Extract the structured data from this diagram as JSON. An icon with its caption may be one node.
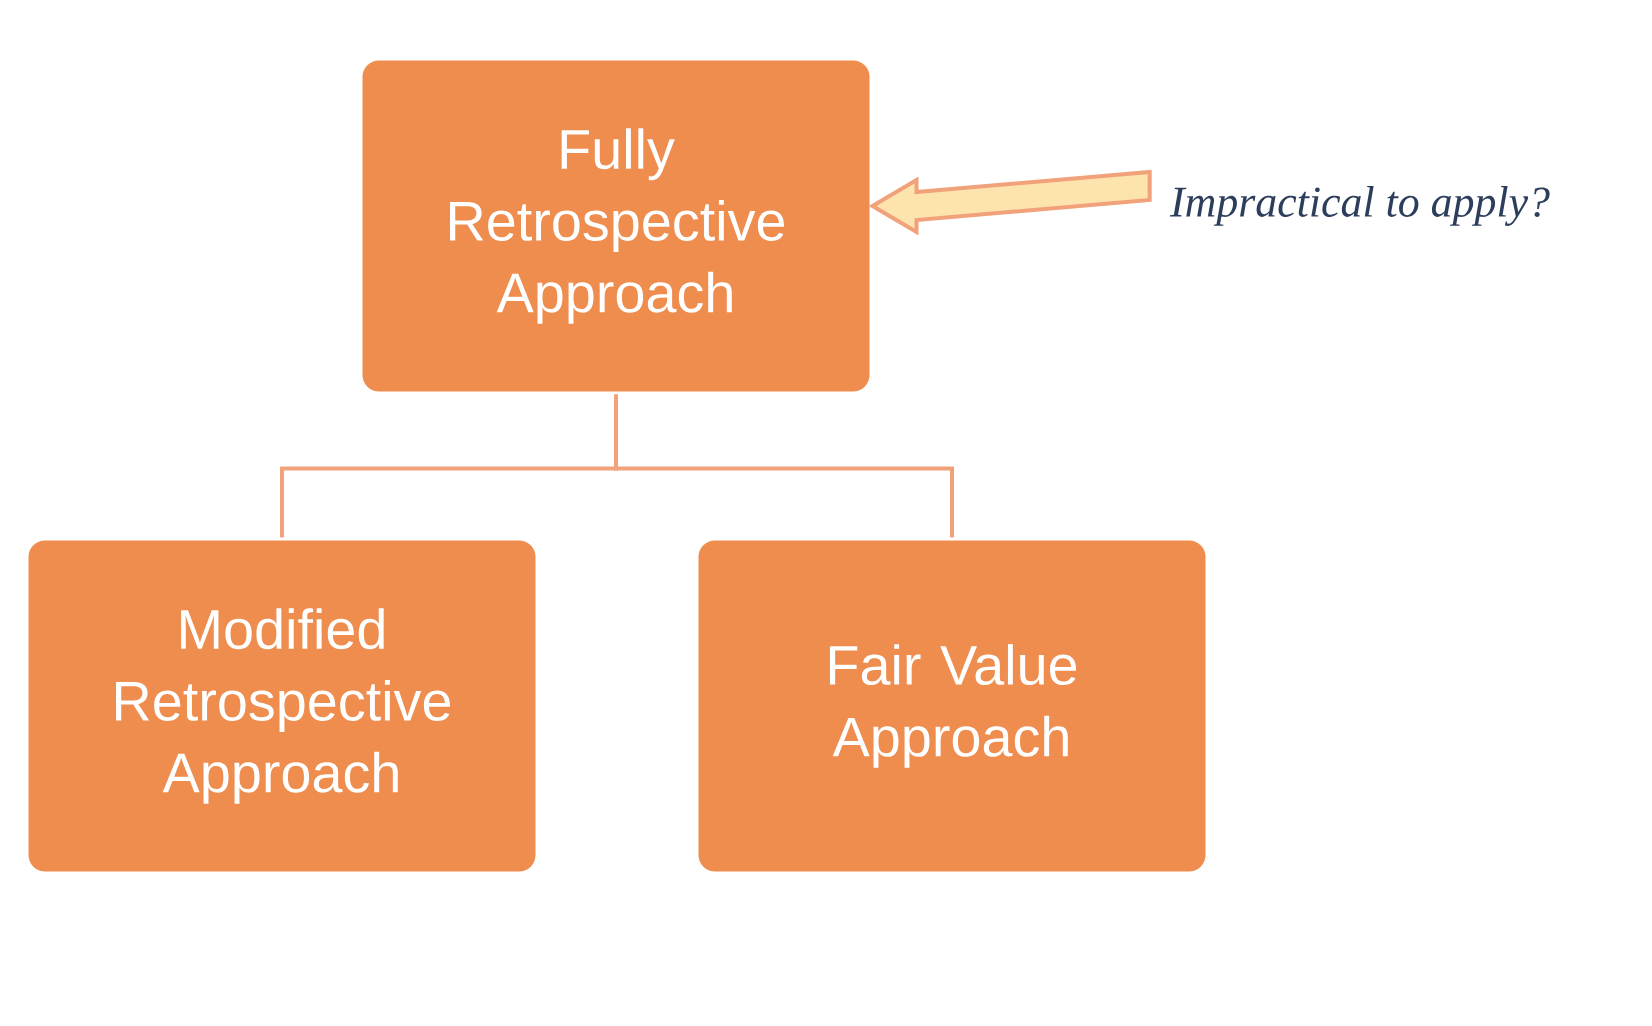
{
  "diagram": {
    "nodes": [
      {
        "text": [
          "Fully Retrospective Approach"
        ]
      },
      {
        "text": [
          "Modified Retrospective Approach"
        ]
      },
      {
        "text": [
          "Fair Value Approach"
        ]
      },
      {
        "text": [
          "Impractical to apply?"
        ]
      }
    ],
    "edges": [
      {
        "from": 0,
        "to": 1,
        "arrow": "none"
      },
      {
        "from": 0,
        "to": 2,
        "arrow": "none"
      },
      {
        "from": 3,
        "to": 0,
        "arrow": "to",
        "style": "thick"
      }
    ]
  }
}
